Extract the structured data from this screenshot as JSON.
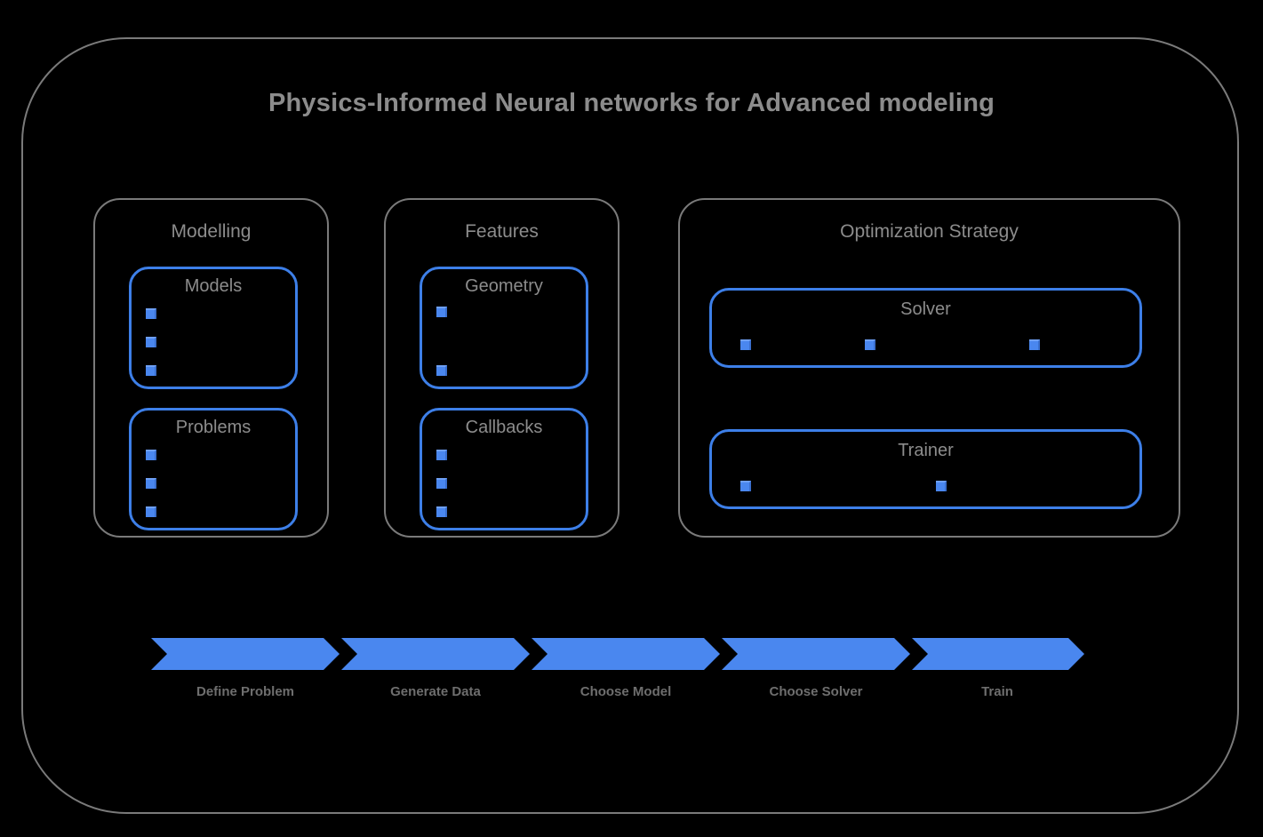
{
  "title": "Physics-Informed Neural networks for Advanced modeling",
  "colors": {
    "background": "#000000",
    "frame_border": "#7a7a7a",
    "group_border": "#7a7a7a",
    "box_border": "#3d7fe8",
    "marker": "#4a87ef",
    "arrow": "#4a87ef",
    "title_text": "#8c8c8c",
    "label_text": "#6e6e6e"
  },
  "groups": [
    {
      "label": "Modelling",
      "boxes": [
        {
          "label": "Models",
          "markers": 3
        },
        {
          "label": "Problems",
          "markers": 3
        }
      ]
    },
    {
      "label": "Features",
      "boxes": [
        {
          "label": "Geometry",
          "markers": 2
        },
        {
          "label": "Callbacks",
          "markers": 3
        }
      ]
    },
    {
      "label": "Optimization Strategy",
      "boxes": [
        {
          "label": "Solver",
          "markers": 3
        },
        {
          "label": "Trainer",
          "markers": 2
        }
      ]
    }
  ],
  "flow": {
    "steps": [
      {
        "label": "Define Problem"
      },
      {
        "label": "Generate Data"
      },
      {
        "label": "Choose Model"
      },
      {
        "label": "Choose Solver"
      },
      {
        "label": "Train"
      }
    ]
  }
}
